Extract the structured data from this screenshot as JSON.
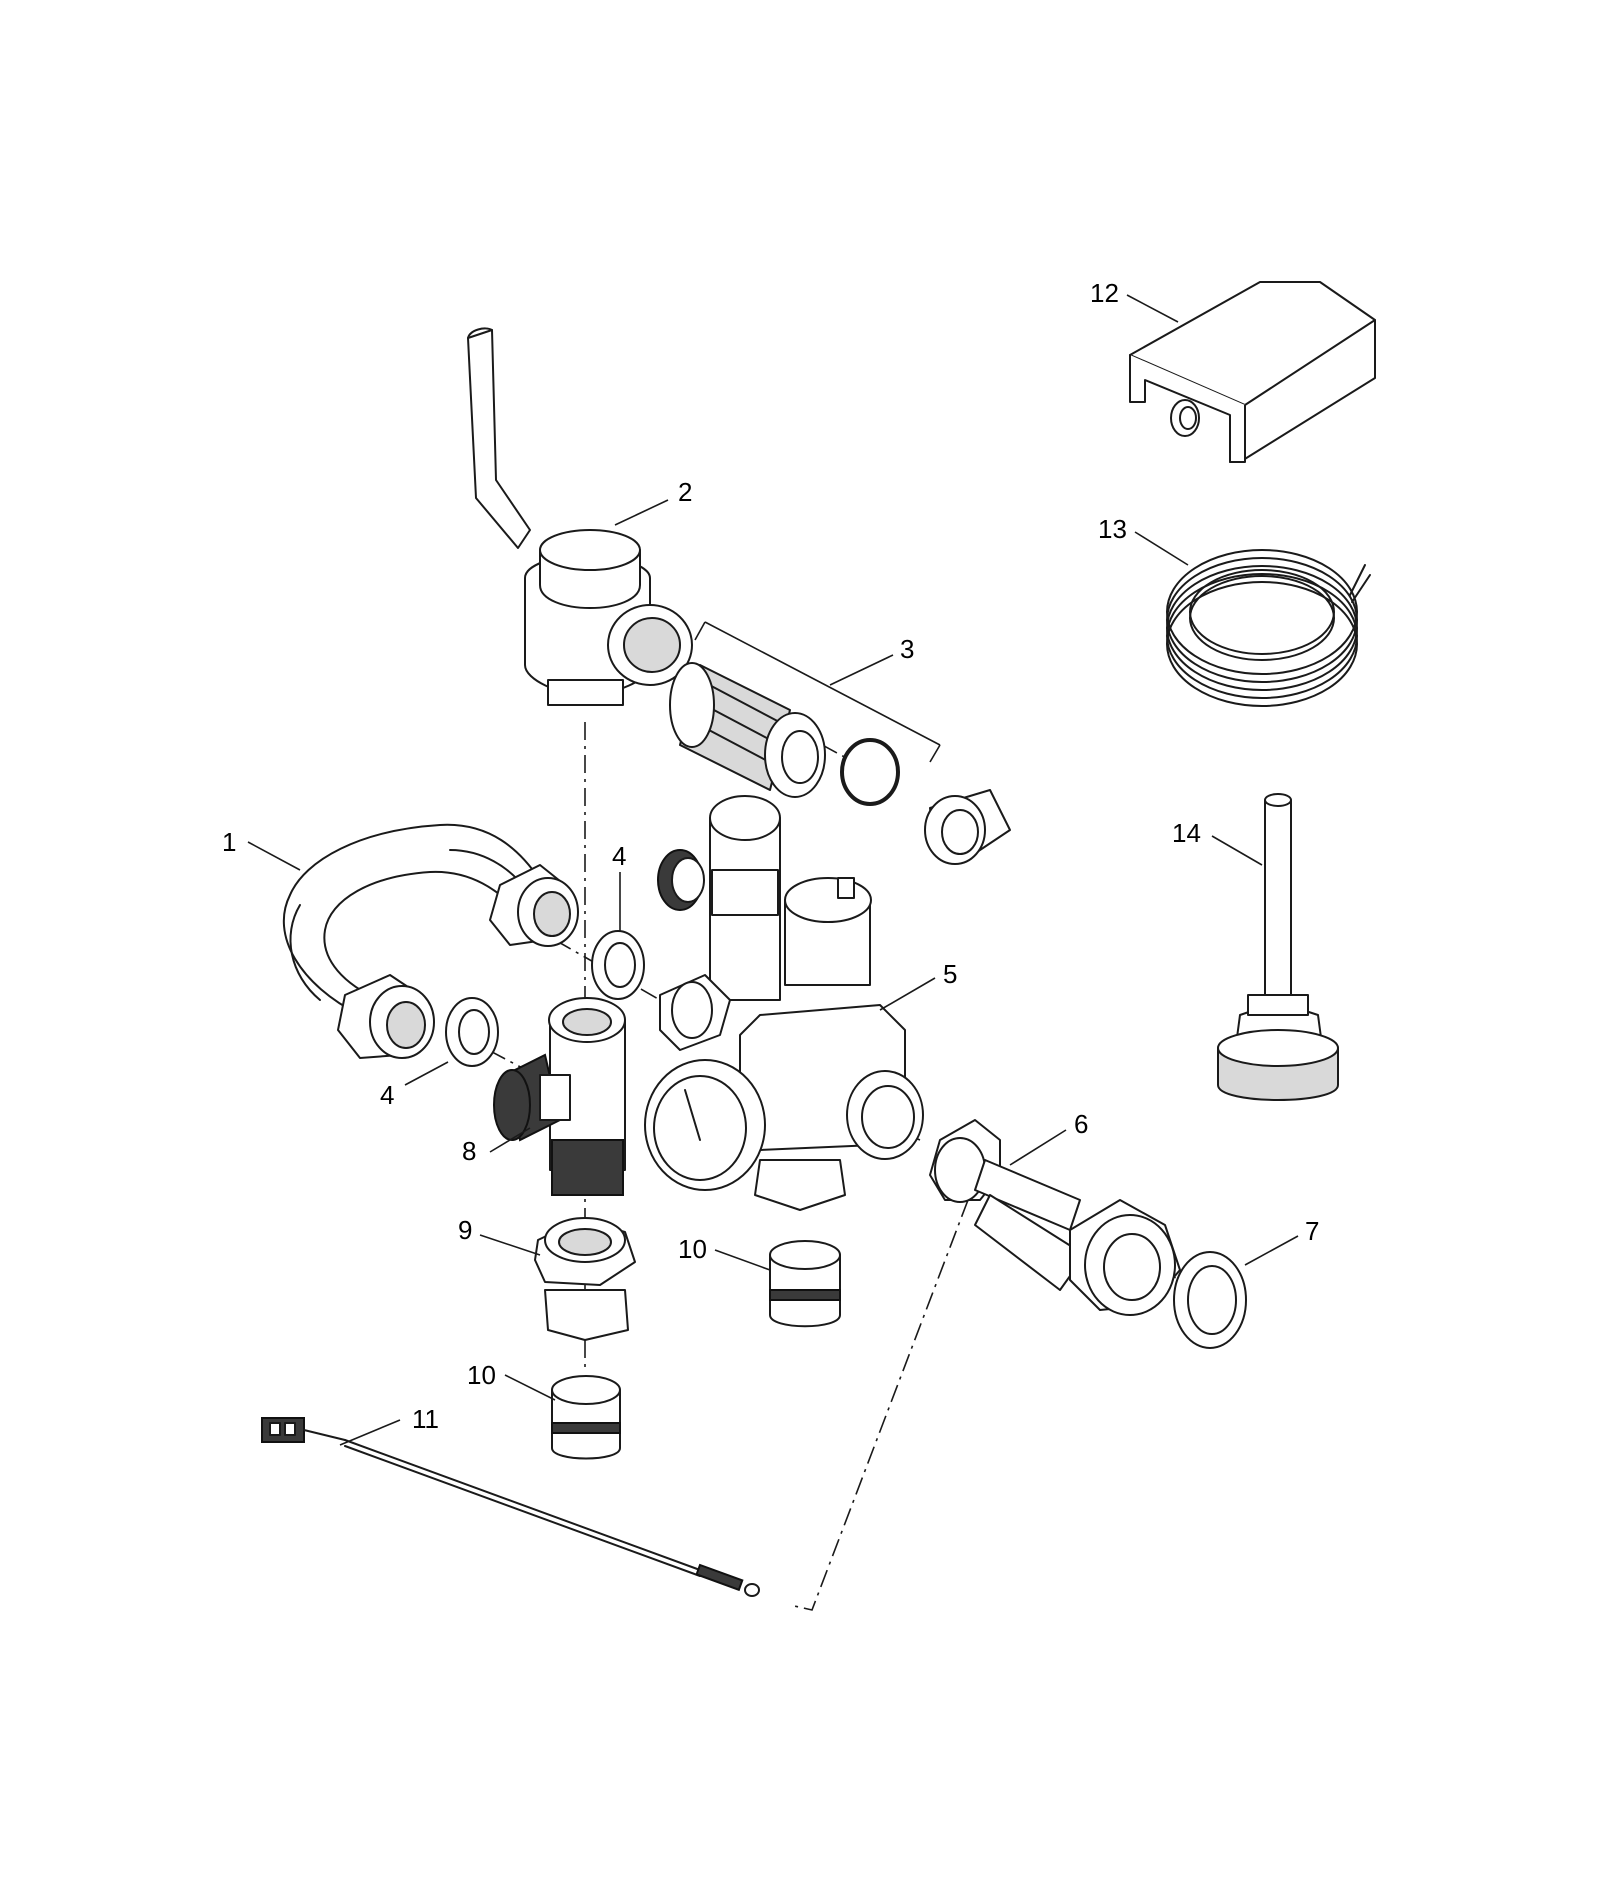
{
  "diagram": {
    "callouts": [
      {
        "id": "c1",
        "text": "1"
      },
      {
        "id": "c2",
        "text": "2"
      },
      {
        "id": "c3",
        "text": "3"
      },
      {
        "id": "c4a",
        "text": "4"
      },
      {
        "id": "c4b",
        "text": "4"
      },
      {
        "id": "c5",
        "text": "5"
      },
      {
        "id": "c6",
        "text": "6"
      },
      {
        "id": "c7",
        "text": "7"
      },
      {
        "id": "c8",
        "text": "8"
      },
      {
        "id": "c9",
        "text": "9"
      },
      {
        "id": "c10a",
        "text": "10"
      },
      {
        "id": "c10b",
        "text": "10"
      },
      {
        "id": "c11",
        "text": "11"
      },
      {
        "id": "c12",
        "text": "12"
      },
      {
        "id": "c13",
        "text": "13"
      },
      {
        "id": "c14",
        "text": "14"
      }
    ]
  }
}
